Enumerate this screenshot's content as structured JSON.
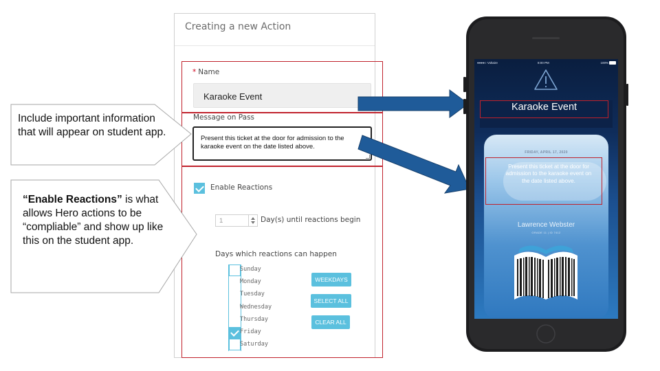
{
  "form": {
    "title": "Creating a new Action",
    "name_label": "Name",
    "name_value": "Karaoke Event",
    "message_label": "Message on Pass",
    "message_value": "Present this ticket at the door for admission to the karaoke event on the date listed above.",
    "enable_reactions_label": "Enable Reactions",
    "enable_reactions_checked": true,
    "days_until_value": "1",
    "days_until_label": "Day(s) until reactions begin",
    "days_heading": "Days which reactions can happen",
    "days": [
      {
        "label": "Sunday",
        "checked": false
      },
      {
        "label": "Monday",
        "checked": false
      },
      {
        "label": "Tuesday",
        "checked": false
      },
      {
        "label": "Wednesday",
        "checked": false
      },
      {
        "label": "Thursday",
        "checked": false
      },
      {
        "label": "Friday",
        "checked": true
      },
      {
        "label": "Saturday",
        "checked": false
      }
    ],
    "buttons": {
      "weekdays": "WEEKDAYS",
      "select_all": "SELECT ALL",
      "clear_all": "CLEAR ALL"
    }
  },
  "callouts": {
    "message_callout": "Include important information that will appear on student app.",
    "reactions_callout_bold": "“Enable Reactions”",
    "reactions_callout_rest": " is what allows Hero actions to be “compliable” and show up like this on the student app."
  },
  "phone": {
    "status_carrier": "●●●●○ Voltaire",
    "status_time": "8:00 PM",
    "status_battery": "100%",
    "event_title": "Karaoke Event",
    "ticket_date": "FRIDAY, APRIL 17, 2020",
    "ticket_message": "Present this ticket at the door for admission to the karaoke event on the date listed above.",
    "student_name": "Lawrence Webster",
    "student_grade": "GRADE 11   |   ID 7412"
  },
  "colors": {
    "highlight": "#c0212b",
    "arrow": "#1f5b99",
    "accent": "#5bc0de"
  }
}
